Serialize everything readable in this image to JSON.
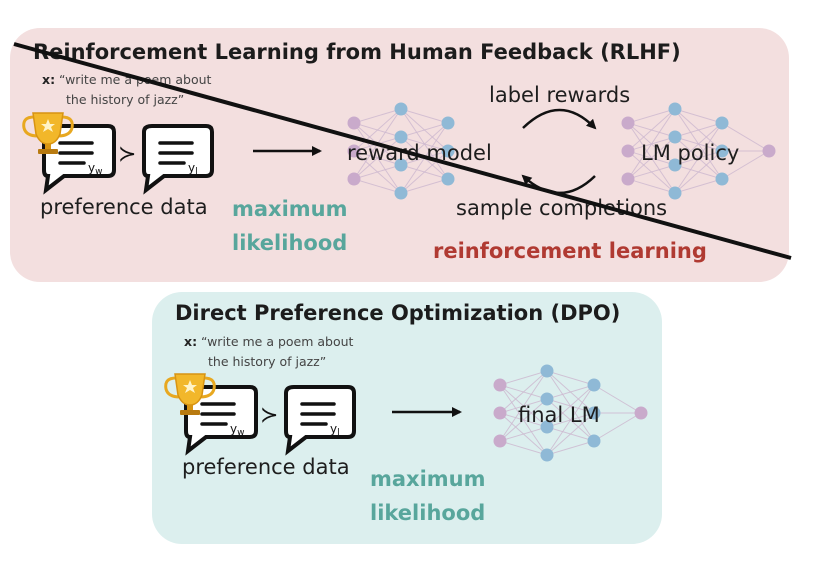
{
  "rlhf": {
    "title": "Reinforcement Learning from Human Feedback (RLHF)",
    "prompt_label": "x:",
    "prompt_line1": "“write me a poem about",
    "prompt_line2": "the history of jazz”",
    "winner_sub": "w",
    "loser_sub": "l",
    "preference_label": "preference data",
    "mle_line1": "maximum",
    "mle_line2": "likelihood",
    "reward_model_label": "reward model",
    "label_rewards": "label rewards",
    "lm_policy_label": "LM policy",
    "sample_completions": "sample completions",
    "rl_label": "reinforcement learning"
  },
  "dpo": {
    "title": "Direct Preference Optimization (DPO)",
    "prompt_label": "x:",
    "prompt_line1": "“write me a poem about",
    "prompt_line2": "the history of jazz”",
    "winner_sub": "w",
    "loser_sub": "l",
    "preference_label": "preference data",
    "mle_line1": "maximum",
    "mle_line2": "likelihood",
    "final_lm_label": "final LM"
  },
  "colors": {
    "rlhf_bg": "#f3dfdf",
    "dpo_bg": "#dcefee",
    "teal_text": "#58a69c",
    "red_text": "#b03a32",
    "node_blue": "#8fb9d6",
    "node_purple": "#c9aacb",
    "trophy_gold": "#e8a820"
  }
}
